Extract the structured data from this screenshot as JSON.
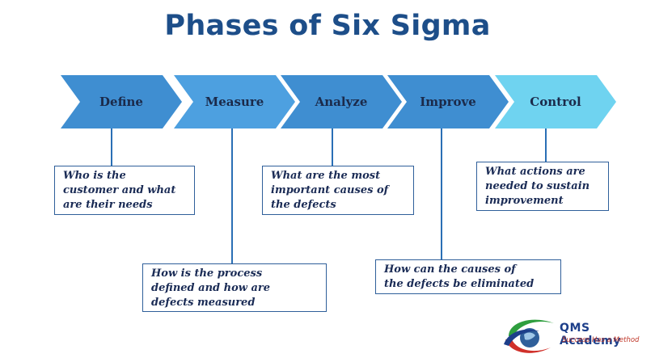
{
  "title": "Phases of Six Sigma",
  "phases": [
    {
      "label": "Define",
      "color": "#3f8ed1"
    },
    {
      "label": "Measure",
      "color": "#4da0e0"
    },
    {
      "label": "Analyze",
      "color": "#3f8ed1"
    },
    {
      "label": "Improve",
      "color": "#3f8ed1"
    },
    {
      "label": "Control",
      "color": "#6fd3f0"
    }
  ],
  "questions": {
    "define": [
      "Who is the",
      "customer and what",
      "are their needs"
    ],
    "measure": [
      "How is the process",
      "defined and how are",
      "defects measured"
    ],
    "analyze": [
      "What are the most",
      "important causes of",
      "the defects"
    ],
    "improve": [
      "How can the causes of",
      "the defects be eliminated"
    ],
    "control": [
      "What actions are",
      "needed to sustain",
      "improvement"
    ]
  },
  "logo": {
    "name": "QMS Academy",
    "tagline": "Success Has a Method"
  },
  "colors": {
    "title": "#1d4e89",
    "connector": "#2a6fb5",
    "box_border": "#2f5f9a"
  }
}
